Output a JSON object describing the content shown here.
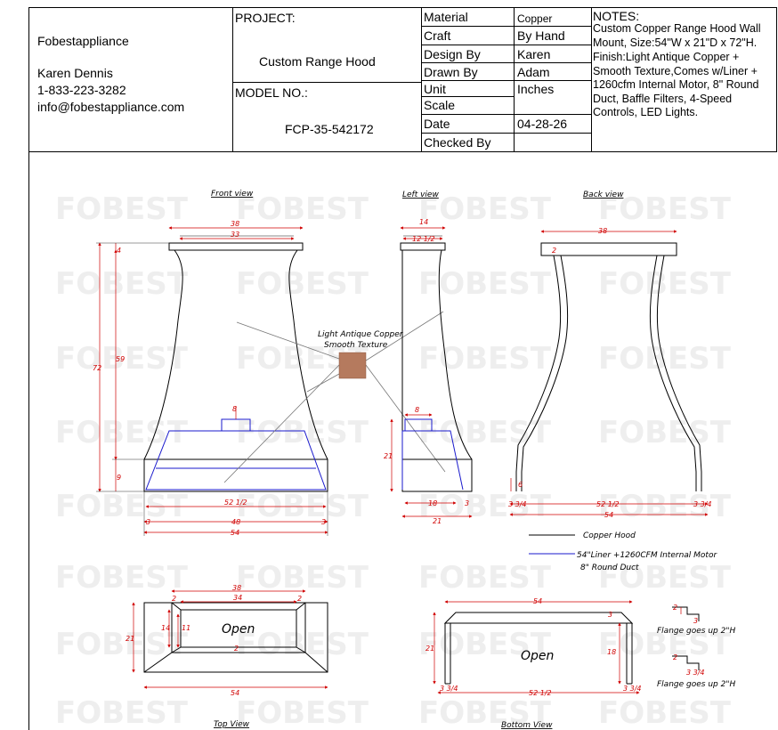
{
  "company": {
    "name": "Fobestappliance",
    "person": "Karen Dennis",
    "phone": "1-833-223-3282",
    "email": "info@fobestappliance.com"
  },
  "project": {
    "label": "PROJECT:",
    "value": "Custom Range Hood",
    "model_label": "MODEL NO.:",
    "model_value": "FCP-35-542172"
  },
  "specs": [
    {
      "label": "Material",
      "value": "Copper"
    },
    {
      "label": "Craft",
      "value": "By Hand"
    },
    {
      "label": "Design By",
      "value": "Karen"
    },
    {
      "label": "Drawn By",
      "value": "Adam"
    },
    {
      "label": "Unit",
      "value": "Inches"
    },
    {
      "label": "Scale",
      "value": ""
    },
    {
      "label": "Date",
      "value": "04-28-26"
    },
    {
      "label": "Checked By",
      "value": ""
    }
  ],
  "notes": {
    "title": "NOTES:",
    "line1": "Custom Copper Range Hood Wall Mount, Size:54\"W x 21\"D x 72\"H.",
    "line2": "Finish:Light Antique Copper + Smooth Texture,Comes w/Liner + 1260cfm Internal Motor, 8\" Round Duct, Baffle Filters, 4-Speed Controls, LED Lights."
  },
  "watermark": "FOBEST",
  "views": {
    "front": "Front view",
    "left": "Left view",
    "back": "Back view",
    "top": "Top View",
    "bottom": "Bottom View"
  },
  "finish_label": {
    "line1": "Light Antique Copper",
    "line2": "Smooth Texture"
  },
  "finish_color": "#b57a5e",
  "liner_color": "#1a1acc",
  "legend": {
    "copper": "Copper Hood",
    "liner_line1": "54\"Liner +1260CFM Internal Motor",
    "liner_line2": "8\" Round Duct"
  },
  "open_label": "Open",
  "flange_note": "Flange goes up 2\"H",
  "dims": {
    "front": {
      "top_outer": "38",
      "top_inner": "33",
      "collar": "4",
      "total": "72",
      "body": "59",
      "base_h": "9",
      "duct": "8",
      "liner": "52 1/2",
      "side": "3",
      "mid": "48",
      "width": "54"
    },
    "left": {
      "top_outer": "14",
      "top_inner": "12 1/2",
      "duct": "8",
      "base_h": "21",
      "liner": "18",
      "side": "3",
      "depth": "21"
    },
    "back": {
      "top": "38",
      "collar": "2",
      "edge": "6",
      "left": "3 3/4",
      "mid": "52 1/2",
      "right": "3 3/4",
      "width": "54"
    },
    "top": {
      "outer": "38",
      "inner": "34",
      "corner": "2",
      "depth_outer": "14",
      "depth_inner": "11",
      "bottom_gap": "2",
      "side": "21",
      "width": "54"
    },
    "bottom": {
      "width": "54",
      "corner": "3",
      "depth": "21",
      "inner_depth": "18",
      "left": "3 3/4",
      "mid": "52 1/2",
      "right": "3 3/4",
      "flange_a": "2",
      "flange_b": "3",
      "flange_c": "2",
      "flange_d": "3 3/4"
    }
  }
}
